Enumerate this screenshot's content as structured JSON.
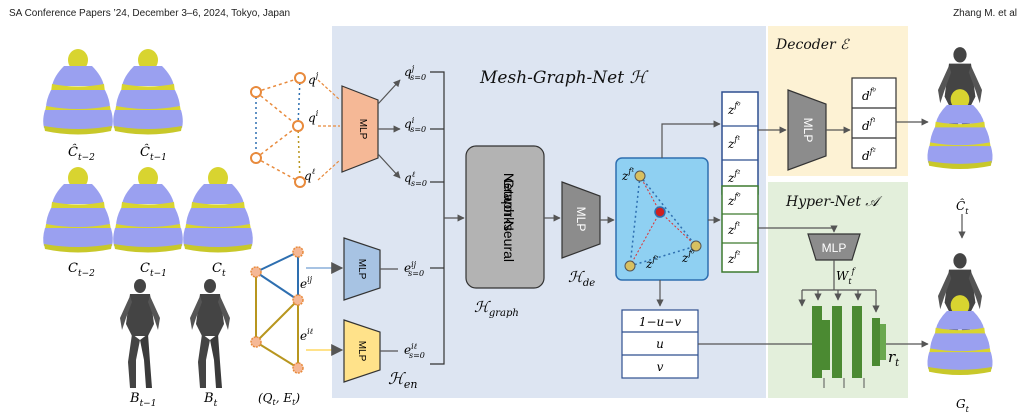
{
  "header": {
    "left": "SA Conference Papers ’24, December 3–6, 2024, Tokyo, Japan",
    "right": "Zhang M. et al"
  },
  "panels": {
    "mgn_title": "Mesh-Graph-Net ℋ",
    "decoder_title": "Decoder ℰ",
    "hypernet_title": "Hyper-Net 𝒜"
  },
  "blocks": {
    "mlp": "MLP",
    "gnn_line1": "Graph Neural",
    "gnn_line2": "Networks"
  },
  "labels": {
    "h_graph": "ℋ",
    "h_graph_sub": "graph",
    "h_de": "ℋ",
    "h_de_sub": "de",
    "h_en": "ℋ",
    "h_en_sub": "en",
    "garment_prev2": "Ĉ",
    "garment_prev1": "Ĉ",
    "sub_t2": "t−2",
    "sub_t1": "t−1",
    "sub_t": "t",
    "gt_prev2": "C",
    "gt_prev1": "C",
    "gt_cur": "C",
    "body_prev": "B",
    "body_cur": "B",
    "graph_label": "(Q",
    "graph_label_mid": ", E",
    "graph_label_end": ")",
    "out_pred": "Ĉ",
    "out_final": "G",
    "r_t": "r",
    "w_t": "W",
    "bary_1": "1−u−v",
    "bary_u": "u",
    "bary_v": "v",
    "q": "q",
    "e": "e",
    "z": "z",
    "d": "d",
    "sup_j": "j",
    "sup_i": "i",
    "sup_l": "ℓ",
    "sup_ij": "ij",
    "sup_il": "iℓ",
    "s0": "s=0",
    "f": "f",
    "f0": "f⁰",
    "f1": "f¹",
    "f2": "f²"
  },
  "colors": {
    "mgn_panel": "#dde5f2",
    "decoder_panel": "#fdf2d4",
    "hypernet_panel": "#e3efdb",
    "mlp_orange": "#f5b896",
    "mlp_blue": "#a7c3e3",
    "mlp_yellow": "#ffe28a",
    "mlp_gray": "#8c8c8c",
    "gnn_gray": "#b3b3b3",
    "latent_cyan": "#8fd0f2",
    "box_blue": "#2e4f8f",
    "box_green": "#3d7a2f",
    "hyper_green": "#4b8a32",
    "node_orange": "#e88a3c",
    "edge_blue": "#2e6fb0",
    "edge_gold": "#b8961f",
    "skirt_purple": "#9aa0f0",
    "skirt_yellow": "#d8d430",
    "mannequin": "#444444"
  }
}
